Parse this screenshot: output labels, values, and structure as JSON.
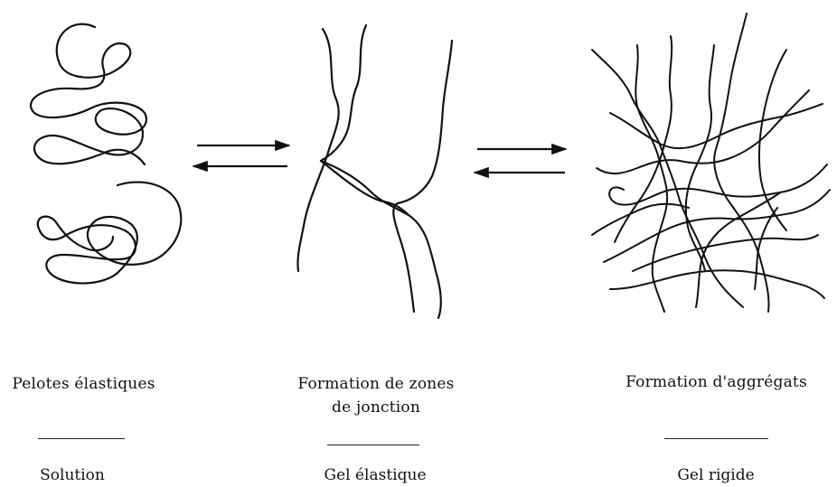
{
  "stages": [
    {
      "id": "solution",
      "description": "Pelotes élastiques",
      "state": "Solution"
    },
    {
      "id": "elastic-gel",
      "description_lines": [
        "Formation de zones",
        "de jonction"
      ],
      "state": "Gel élastique"
    },
    {
      "id": "rigid-gel",
      "description": "Formation d'aggrégats",
      "state": "Gel rigide"
    }
  ],
  "arrows": [
    {
      "between": [
        "solution",
        "elastic-gel"
      ],
      "type": "reversible-equilibrium"
    },
    {
      "between": [
        "elastic-gel",
        "rigid-gel"
      ],
      "type": "reversible-equilibrium"
    }
  ]
}
